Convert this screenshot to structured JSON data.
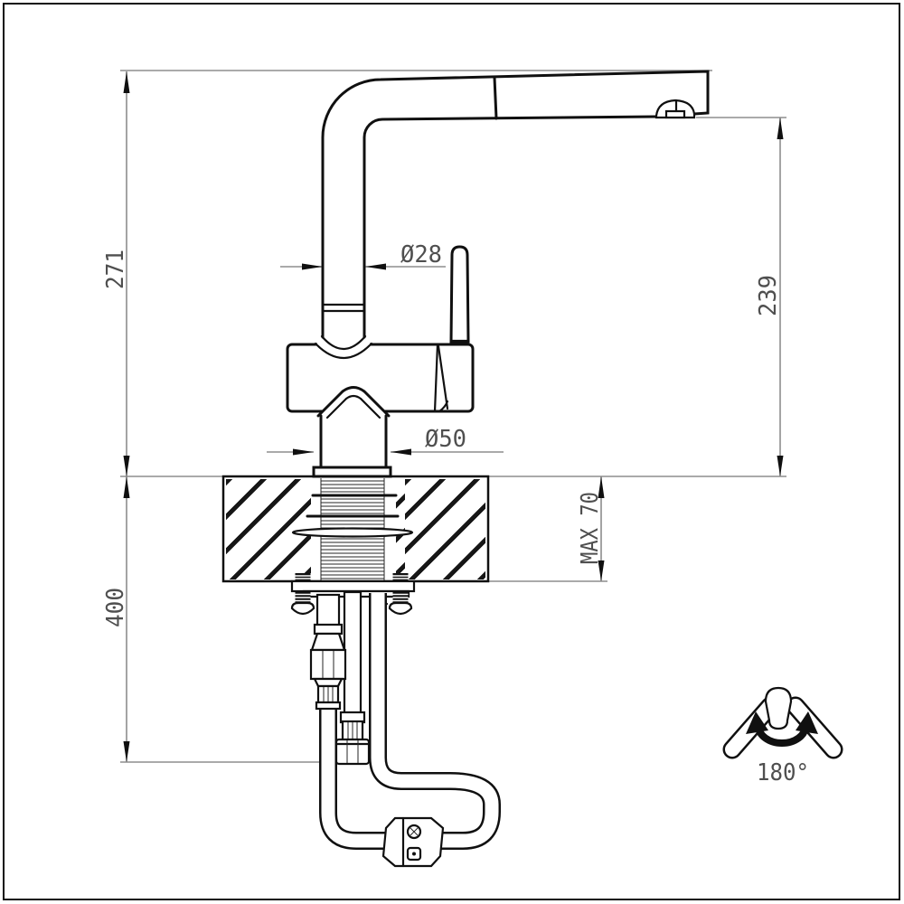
{
  "drawing": {
    "kind": "faucet installation technical drawing",
    "dimensions": {
      "overall_height": "271",
      "outlet_height": "239",
      "hose_drop": "400",
      "deck_max": "MAX 70",
      "spout_tube_diameter": "Ø28",
      "base_diameter": "Ø50",
      "swivel_angle": "180°"
    }
  }
}
